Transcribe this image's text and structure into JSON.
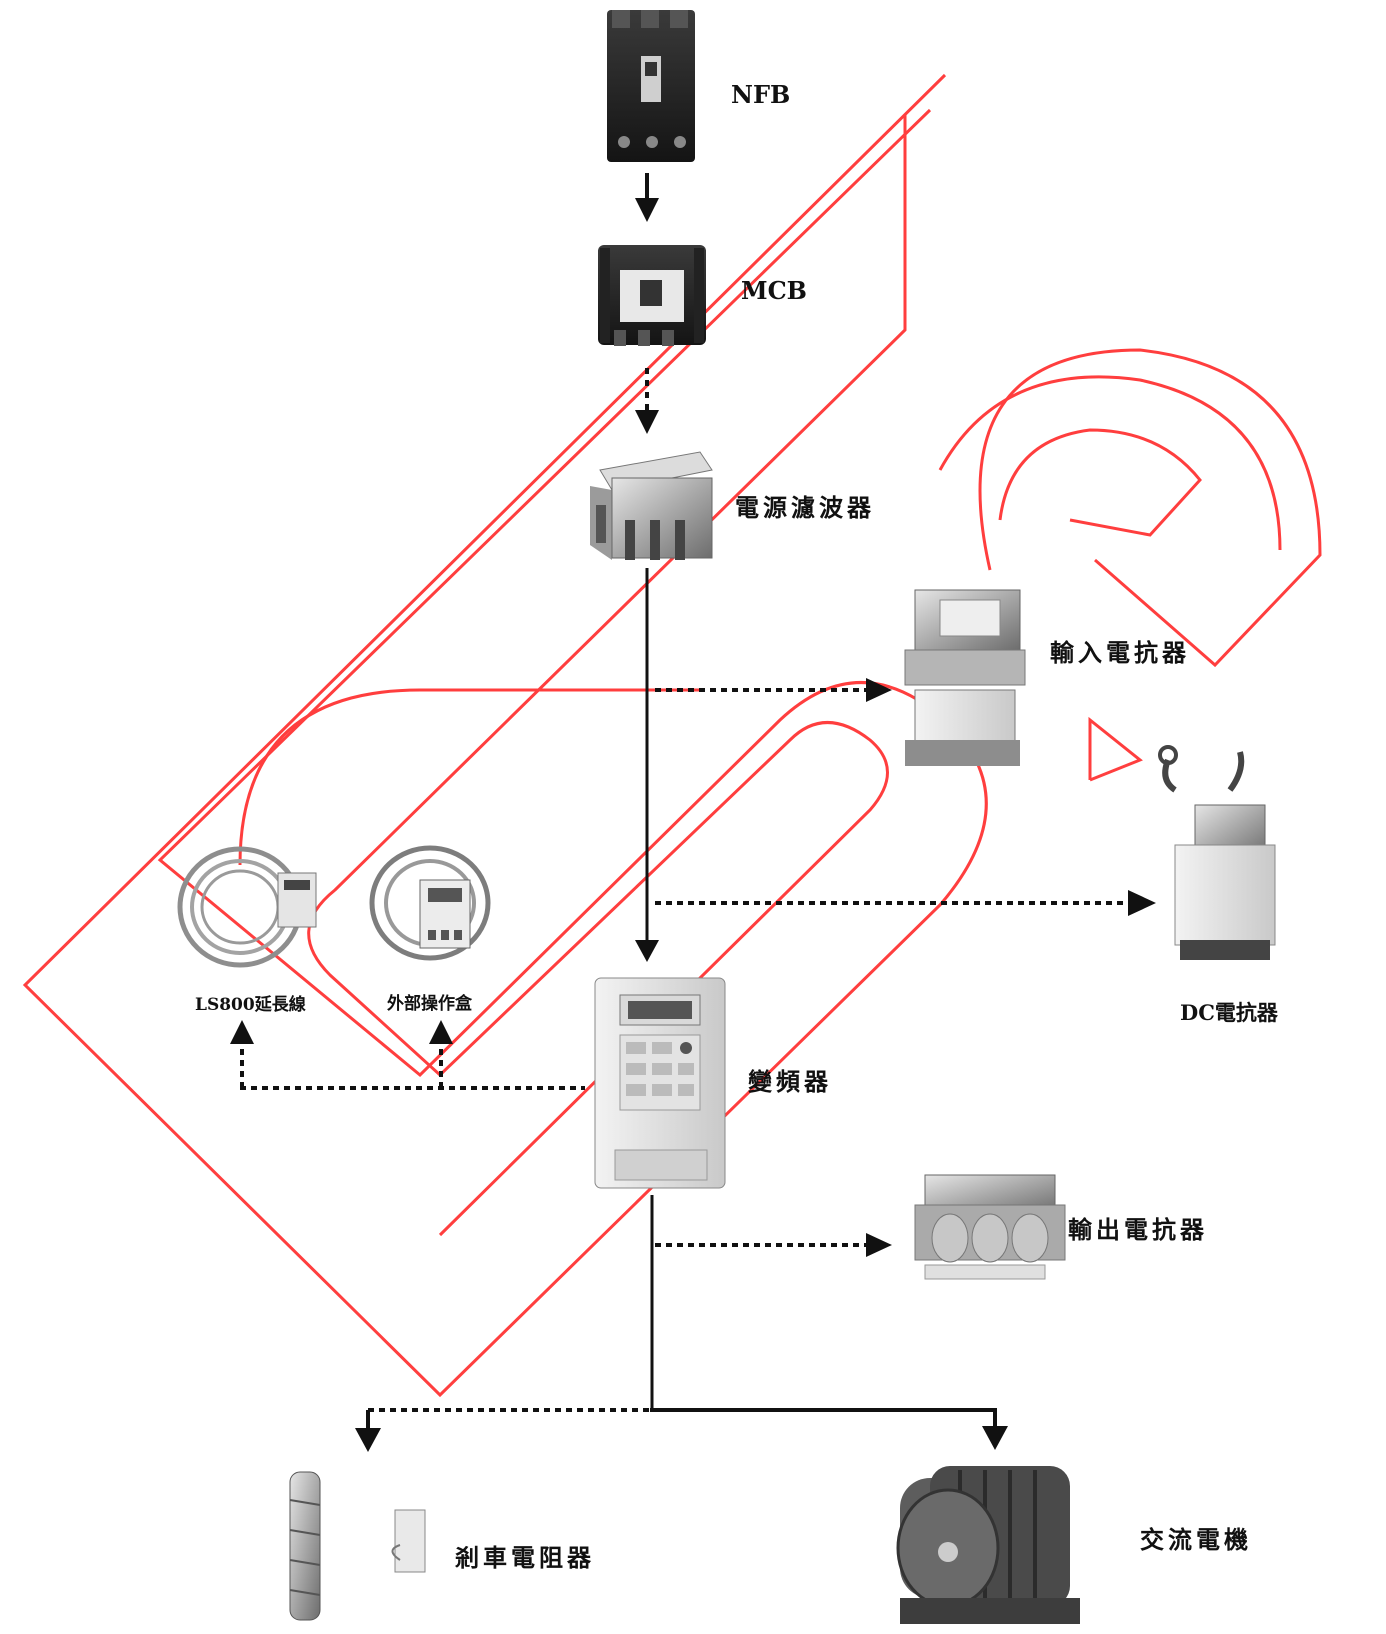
{
  "labels": {
    "nfb": "NFB",
    "mcb": "MCB",
    "power_filter": "電源濾波器",
    "input_reactor": "輸入電抗器",
    "dc_reactor": "DC電抗器",
    "ls800_cable": "LS800延長線",
    "external_panel": "外部操作盒",
    "inverter": "變頻器",
    "output_reactor": "輸出電抗器",
    "brake_resistor": "剎車電阻器",
    "ac_motor": "交流電機"
  },
  "colors": {
    "watermark": "#ff2a2a",
    "line": "#111111"
  }
}
